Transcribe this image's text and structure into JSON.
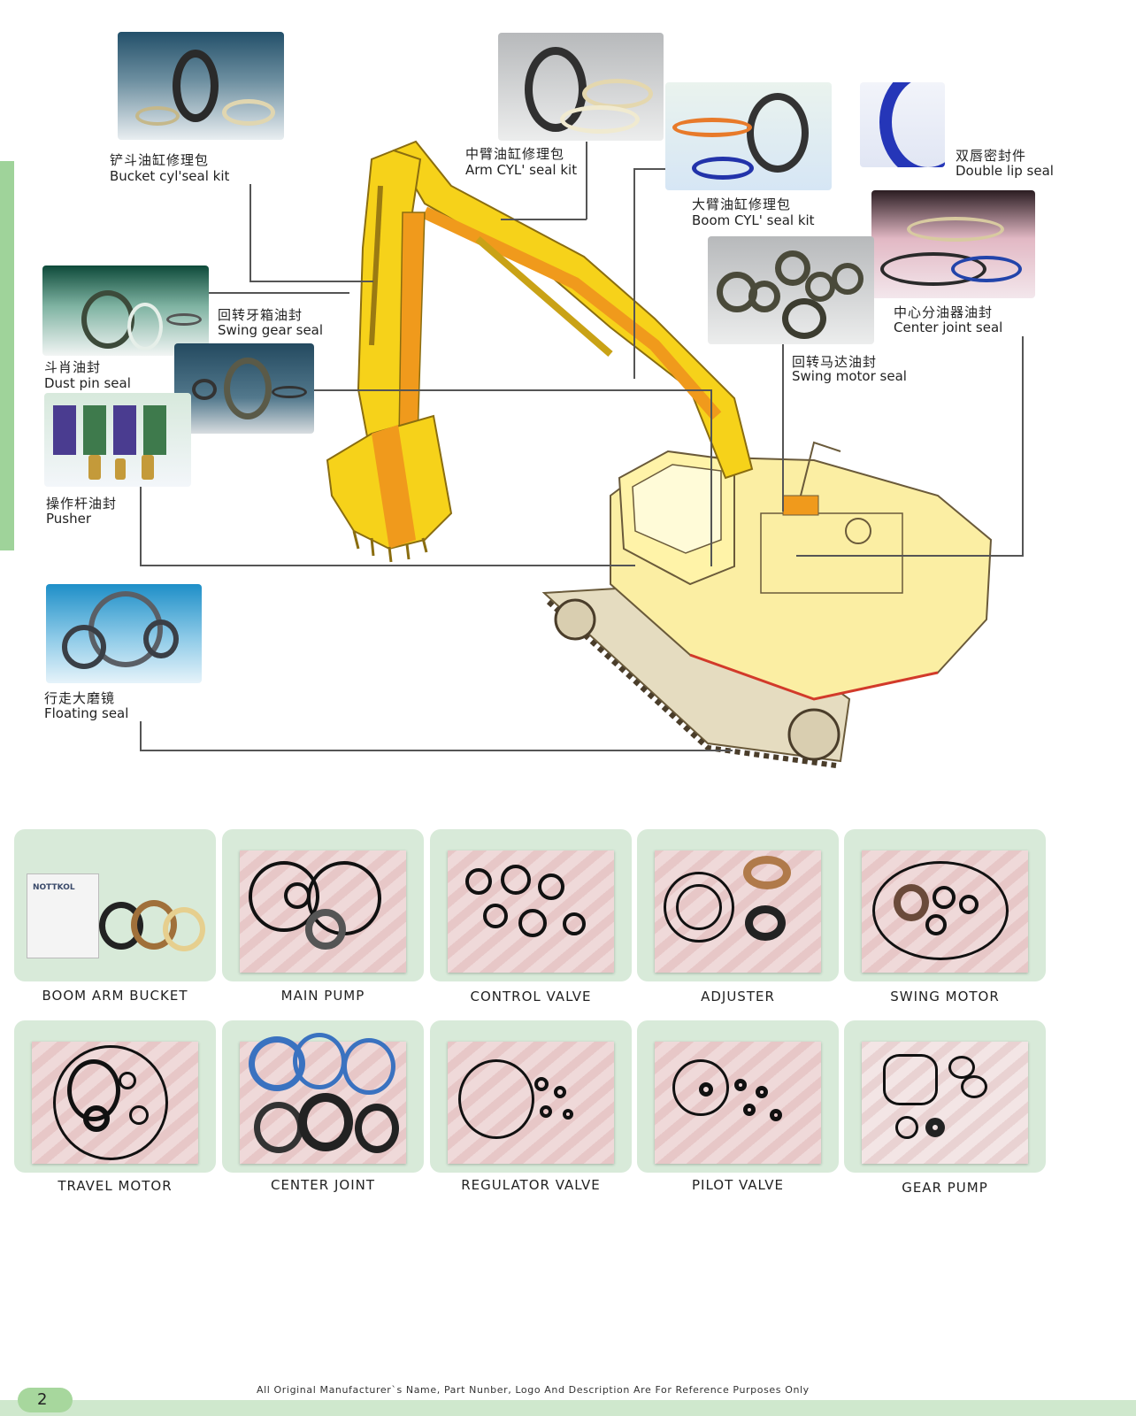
{
  "callouts": [
    {
      "cn": "铲斗油缸修理包",
      "en": "Bucket cyl'seal kit"
    },
    {
      "cn": "中臂油缸修理包",
      "en": "Arm CYL' seal kit"
    },
    {
      "cn": "双唇密封件",
      "en": "Double lip seal"
    },
    {
      "cn": "大臂油缸修理包",
      "en": "Boom CYL' seal kit"
    },
    {
      "cn": "回转牙箱油封",
      "en": "Swing gear seal"
    },
    {
      "cn": "中心分油器油封",
      "en": "Center  joint seal"
    },
    {
      "cn": "斗肖油封",
      "en": "Dust pin seal"
    },
    {
      "cn": "回转马达油封",
      "en": "Swing motor seal"
    },
    {
      "cn": "操作杆油封",
      "en": "Pusher"
    },
    {
      "cn": "行走大磨镜",
      "en": "Floating seal"
    }
  ],
  "kits_row1": [
    "BOOM  ARM  BUCKET",
    "MAIN PUMP",
    "CONTROL VALVE",
    "ADJUSTER",
    "SWING  MOTOR"
  ],
  "kits_row2": [
    "TRAVEL MOTOR",
    "CENTER JOINT",
    "REGULATOR VALVE",
    "PILOT VALVE",
    "GEAR PUMP"
  ],
  "packaging_brand": "NOTTKOL",
  "footer": {
    "page_number": "2",
    "disclaimer": "All Original Manufacturer`s Name, Part Nunber, Logo And Description Are For Reference Purposes Only"
  },
  "colors": {
    "accent_green": "#9fd39a",
    "card_bg": "#d8ead9",
    "excavator_yellow": "#f6d21a",
    "excavator_orange": "#f09a1c"
  }
}
